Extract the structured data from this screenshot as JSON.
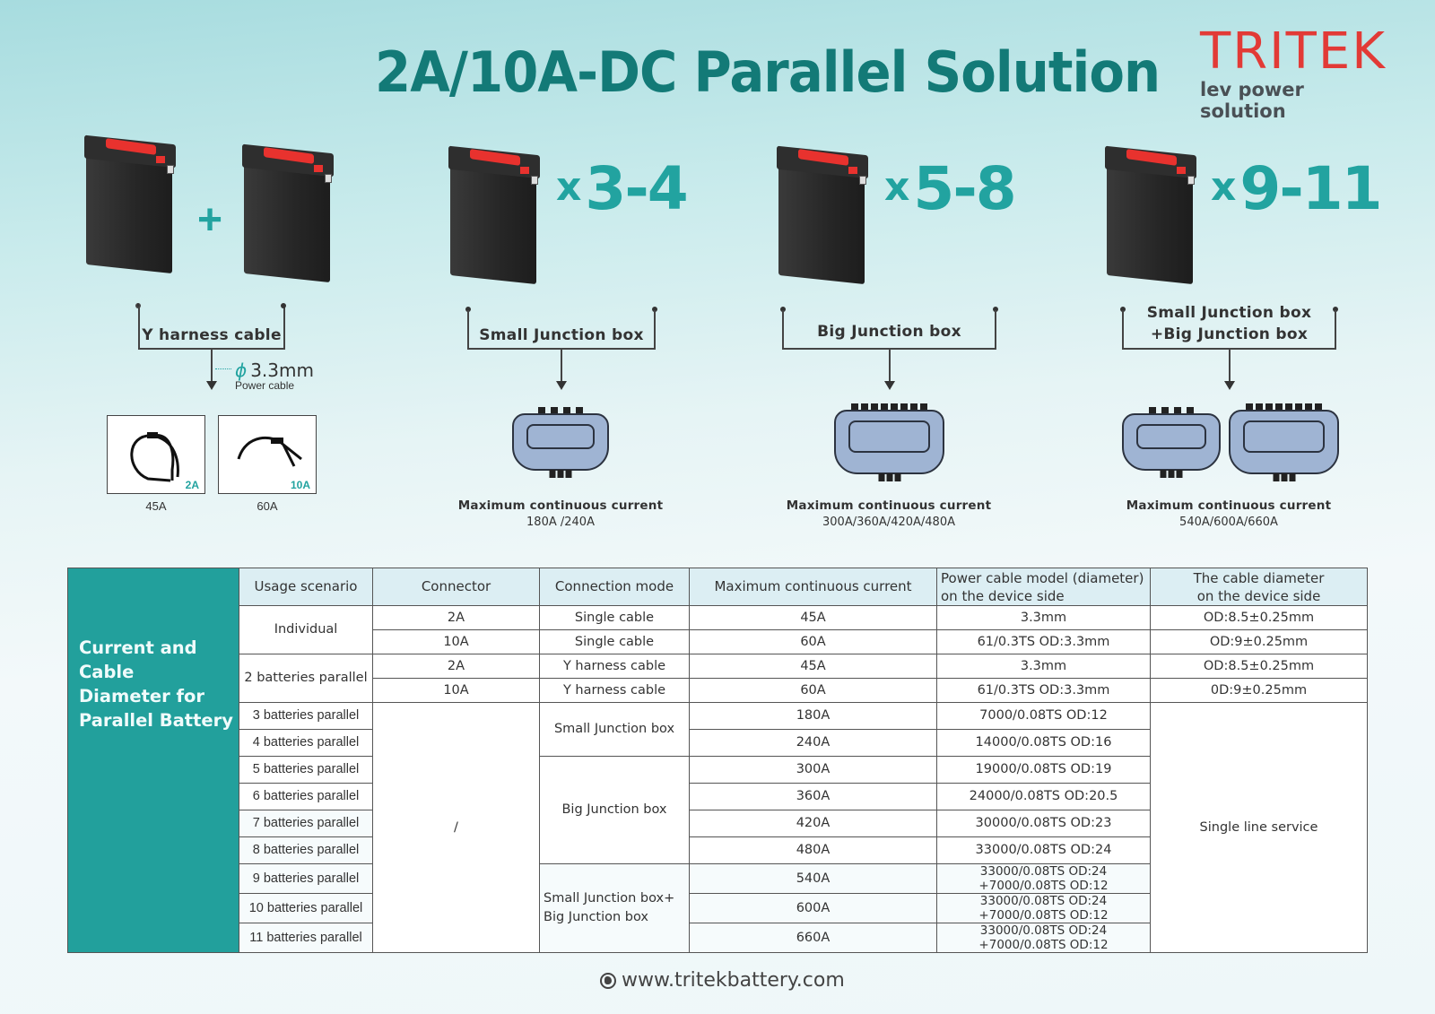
{
  "header": {
    "title": "2A/10A-DC Parallel Solution",
    "logo": {
      "brand": "TRITEK",
      "tagline": "lev power solution"
    }
  },
  "colors": {
    "teal": "#137a77",
    "accent": "#22a3a0",
    "brand_red": "#e23a36",
    "table_side": "#22a09c",
    "table_header": "#dceef3",
    "junction_box": "#9fb4d3"
  },
  "configs": [
    {
      "multiplier": "+",
      "bracket_label": "Y harness cable",
      "cable_diameter": "3.3mm",
      "diameter_symbol": "ϕ",
      "cable_caption": "Power cable",
      "cables": [
        {
          "tag": "2A",
          "current": "45A"
        },
        {
          "tag": "10A",
          "current": "60A"
        }
      ]
    },
    {
      "x": "x",
      "multiplier": "3-4",
      "bracket_label": "Small Junction box",
      "mcc_label": "Maximum continuous current",
      "mcc_values": "180A /240A"
    },
    {
      "x": "x",
      "multiplier": "5-8",
      "bracket_label": "Big Junction box",
      "mcc_label": "Maximum continuous current",
      "mcc_values": "300A/360A/420A/480A"
    },
    {
      "x": "x",
      "multiplier": "9-11",
      "bracket_label_line1": "Small Junction box",
      "bracket_label_line2": "+Big Junction box",
      "mcc_label": "Maximum continuous current",
      "mcc_values": "540A/600A/660A"
    }
  ],
  "table": {
    "side_title": [
      "Current and Cable",
      " Diameter for",
      "Parallel Battery"
    ],
    "headers": [
      "Usage scenario",
      "Connector",
      "Connection mode",
      "Maximum continuous current",
      "Power cable model (diameter) on the device side",
      "The cable diameter on the device side"
    ],
    "header_lines": {
      "power_cable_1": "Power cable model (diameter)",
      "power_cable_2": "on the device side",
      "cable_diam_1": "The cable diameter",
      "cable_diam_2": "on the device side"
    },
    "rows": [
      {
        "scenario": "Individual",
        "connector": "2A",
        "mode": "Single cable",
        "current": "45A",
        "model": "3.3mm",
        "diameter": "OD:8.5±0.25mm"
      },
      {
        "scenario": "Individual",
        "connector": "10A",
        "mode": "Single cable",
        "current": "60A",
        "model": "61/0.3TS OD:3.3mm",
        "diameter": "OD:9±0.25mm"
      },
      {
        "scenario": "2 batteries parallel",
        "connector": "2A",
        "mode": "Y harness cable",
        "current": "45A",
        "model": "3.3mm",
        "diameter": "OD:8.5±0.25mm"
      },
      {
        "scenario": "2 batteries parallel",
        "connector": "10A",
        "mode": "Y harness cable",
        "current": "60A",
        "model": "61/0.3TS OD:3.3mm",
        "diameter": "0D:9±0.25mm"
      },
      {
        "scenario": "3 batteries parallel",
        "connector": "/",
        "mode": "Small Junction box",
        "current": "180A",
        "model": "7000/0.08TS OD:12",
        "diameter": "Single line service"
      },
      {
        "scenario": "4 batteries parallel",
        "current": "240A",
        "model": "14000/0.08TS OD:16"
      },
      {
        "scenario": "5 batteries parallel",
        "mode": "Big Junction box",
        "current": "300A",
        "model": "19000/0.08TS OD:19"
      },
      {
        "scenario": "6 batteries parallel",
        "current": "360A",
        "model": "24000/0.08TS OD:20.5"
      },
      {
        "scenario": "7 batteries parallel",
        "current": "420A",
        "model": "30000/0.08TS OD:23"
      },
      {
        "scenario": "8 batteries parallel",
        "current": "480A",
        "model": "33000/0.08TS OD:24"
      },
      {
        "scenario": "9 batteries parallel",
        "mode_line1": "Small Junction box+",
        "mode_line2": "Big Junction box",
        "current": "540A",
        "model_line1": "33000/0.08TS OD:24",
        "model_line2": "+7000/0.08TS OD:12"
      },
      {
        "scenario": "10 batteries parallel",
        "current": "600A",
        "model_line1": "33000/0.08TS OD:24",
        "model_line2": "+7000/0.08TS OD:12"
      },
      {
        "scenario": "11 batteries parallel",
        "current": "660A",
        "model_line1": "33000/0.08TS OD:24",
        "model_line2": "+7000/0.08TS OD:12"
      }
    ]
  },
  "footer": {
    "icon": "globe-icon",
    "url": "www.tritekbattery.com"
  }
}
